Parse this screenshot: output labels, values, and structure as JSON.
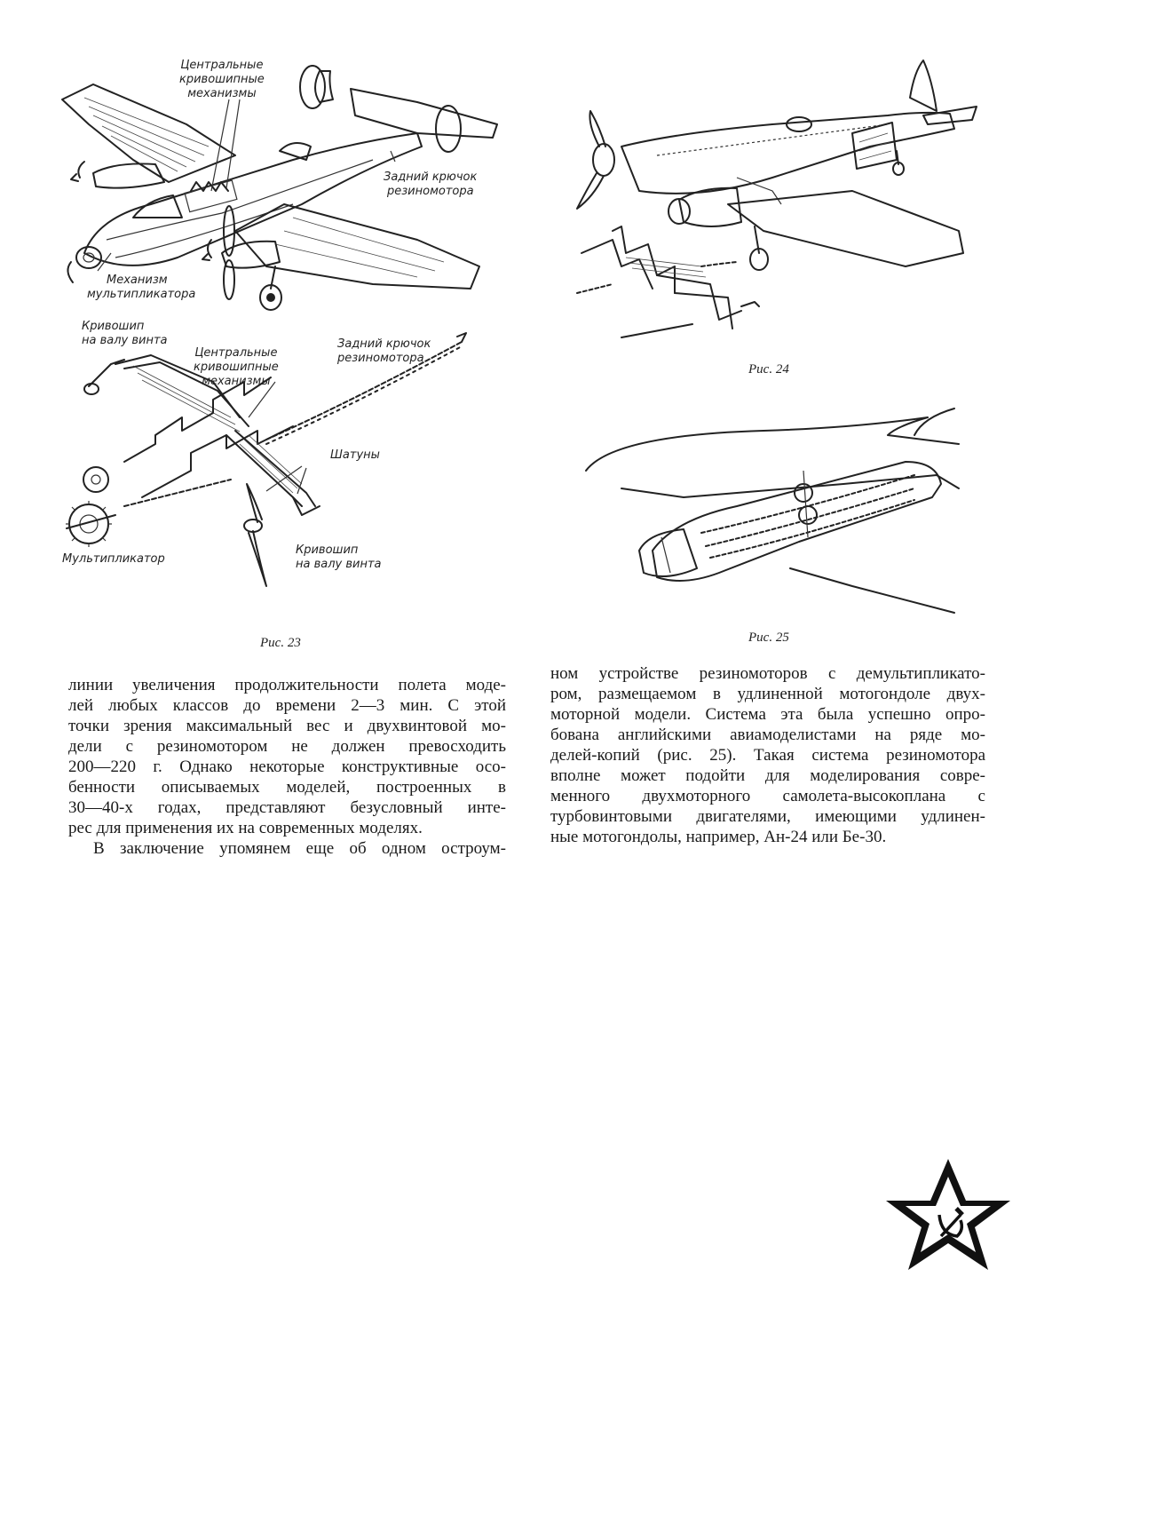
{
  "figures": {
    "fig23": {
      "caption": "Рис. 23",
      "top_labels": {
        "central_crank": [
          "Центральные",
          "кривошипные",
          "механизмы"
        ],
        "rear_hook": [
          "Задний крючок",
          "резиномотора"
        ],
        "multiplier_mech": [
          "Механизм",
          "мультипликатора"
        ]
      },
      "bottom_labels": {
        "crankshaft_prop_top": [
          "Кривошип",
          "на валу винта"
        ],
        "central_crank": [
          "Центральные",
          "кривошипные",
          "механизмы"
        ],
        "rear_hook": [
          "Задний крючок",
          "резиномотора"
        ],
        "rods": "Шатуны",
        "multiplier": "Мультипликатор",
        "crankshaft_prop_bottom": [
          "Кривошип",
          "на валу винта"
        ]
      }
    },
    "fig24": {
      "caption": "Рис. 24"
    },
    "fig25": {
      "caption": "Рис. 25"
    }
  },
  "text": {
    "left_column": [
      "линии увеличения продолжительности полета моде-",
      "лей любых классов до времени 2—3 мин. С этой",
      "точки зрения максимальный вес и двухвинтовой мо-",
      "дели с резиномотором не должен превосходить",
      "200—220 г. Однако некоторые конструктивные осо-",
      "бенности описываемых моделей, построенных в",
      "30—40-х годах, представляют безусловный инте-",
      "рес для применения их на современных моделях.",
      "В заключение упомянем еще об одном остроум-"
    ],
    "right_column": [
      "ном устройстве резиномоторов с демультипликато-",
      "ром, размещаемом в удлиненной мотогондоле двух-",
      "моторной модели. Система эта была успешно опро-",
      "бована английскими авиамоделистами на ряде мо-",
      "делей-копий (рис. 25). Такая система резиномотора",
      "вполне может подойти для моделирования совре-",
      "менного двухмоторного самолета-высокоплана с",
      "турбовинтовыми двигателями, имеющими удлинен-",
      "ные мотогондолы, например, Ан-24 или Бе-30."
    ]
  },
  "emblem": "star-hammer-sickle-icon"
}
